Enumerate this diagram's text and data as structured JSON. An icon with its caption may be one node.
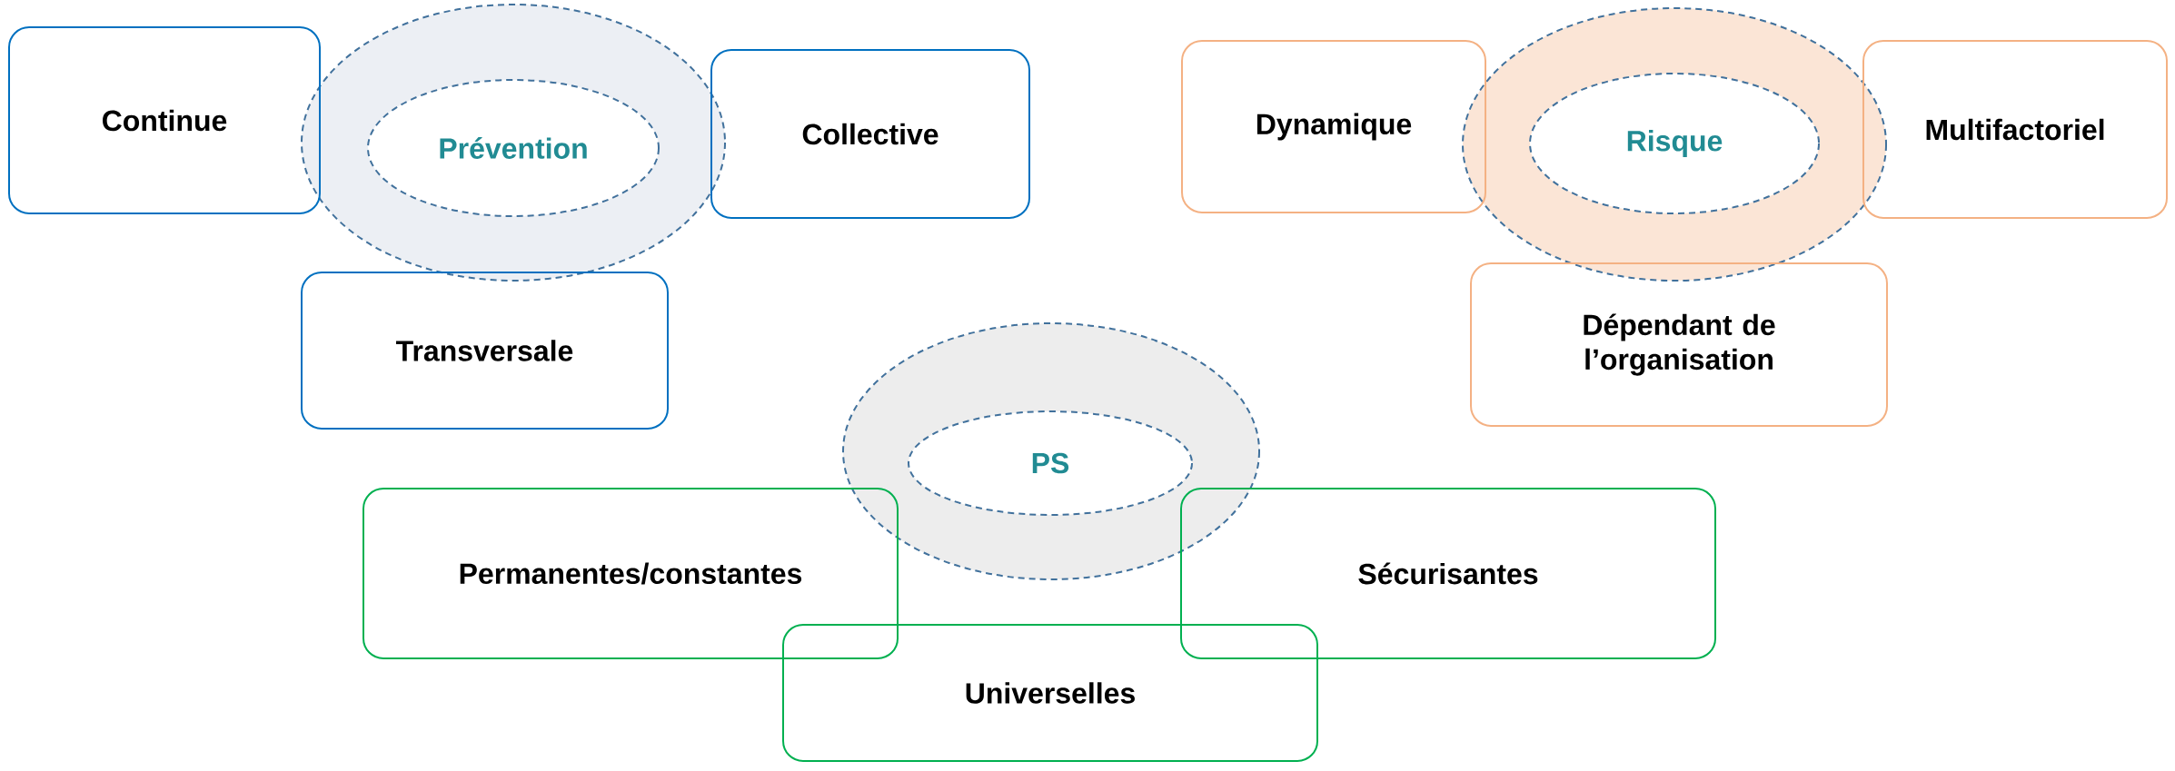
{
  "diagram": {
    "nodes": [
      {
        "text": [
          "Continue"
        ]
      },
      {
        "text": [
          "Prévention"
        ]
      },
      {
        "text": [
          "Collective"
        ]
      },
      {
        "text": [
          "Dynamique"
        ]
      },
      {
        "text": [
          "Risque"
        ]
      },
      {
        "text": [
          "Multifactoriel"
        ]
      },
      {
        "text": [
          "Transversale"
        ]
      },
      {
        "text": [
          "Dépendant de l’organisation"
        ]
      },
      {
        "text": [
          "PS"
        ]
      },
      {
        "text": [
          "Permanentes/constantes"
        ]
      },
      {
        "text": [
          "Sécurisantes"
        ]
      },
      {
        "text": [
          "Universelles"
        ]
      }
    ]
  }
}
